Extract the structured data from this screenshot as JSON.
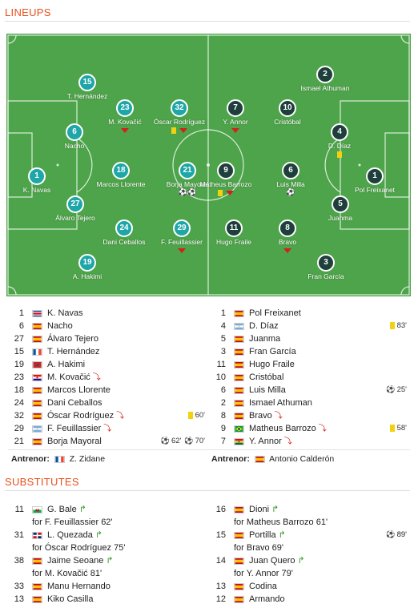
{
  "lineups_title": "LINEUPS",
  "substitutes_title": "SUBSTITUTES",
  "coach_label": "Antrenor:",
  "pitch_players": [
    {
      "num": "15",
      "name": "T. Hernández",
      "team": "home",
      "marks": []
    },
    {
      "num": "23",
      "name": "M. Kovačić",
      "team": "home",
      "marks": [
        "out"
      ]
    },
    {
      "num": "32",
      "name": "Óscar Rodríguez",
      "team": "home",
      "marks": [
        "card",
        "out"
      ]
    },
    {
      "num": "6",
      "name": "Nacho",
      "team": "home",
      "marks": []
    },
    {
      "num": "1",
      "name": "K. Navas",
      "team": "home",
      "marks": []
    },
    {
      "num": "18",
      "name": "Marcos Llorente",
      "team": "home",
      "marks": []
    },
    {
      "num": "21",
      "name": "Borja Mayoral",
      "team": "home",
      "marks": [
        "ball",
        "ball"
      ]
    },
    {
      "num": "27",
      "name": "Álvaro Tejero",
      "team": "home",
      "marks": []
    },
    {
      "num": "24",
      "name": "Dani Ceballos",
      "team": "home",
      "marks": []
    },
    {
      "num": "29",
      "name": "F. Feuillassier",
      "team": "home",
      "marks": [
        "out"
      ]
    },
    {
      "num": "19",
      "name": "A. Hakimi",
      "team": "home",
      "marks": []
    },
    {
      "num": "2",
      "name": "Ismael Athuman",
      "team": "away",
      "marks": []
    },
    {
      "num": "7",
      "name": "Y. Annor",
      "team": "away",
      "marks": [
        "out"
      ]
    },
    {
      "num": "10",
      "name": "Cristóbal",
      "team": "away",
      "marks": []
    },
    {
      "num": "4",
      "name": "D. Díaz",
      "team": "away",
      "marks": [
        "card"
      ]
    },
    {
      "num": "1",
      "name": "Pol Freixanet",
      "team": "away",
      "marks": []
    },
    {
      "num": "9",
      "name": "Matheus Barrozo",
      "team": "away",
      "marks": [
        "card",
        "out"
      ]
    },
    {
      "num": "6",
      "name": "Luis Milla",
      "team": "away",
      "marks": [
        "ball"
      ]
    },
    {
      "num": "5",
      "name": "Juanma",
      "team": "away",
      "marks": []
    },
    {
      "num": "11",
      "name": "Hugo Fraile",
      "team": "away",
      "marks": []
    },
    {
      "num": "8",
      "name": "Bravo",
      "team": "away",
      "marks": [
        "out"
      ]
    },
    {
      "num": "3",
      "name": "Fran García",
      "team": "away",
      "marks": []
    }
  ],
  "home_lineup": [
    {
      "num": "1",
      "flag": "cr",
      "name": "K. Navas",
      "icon": "",
      "events": []
    },
    {
      "num": "6",
      "flag": "es",
      "name": "Nacho",
      "icon": "",
      "events": []
    },
    {
      "num": "27",
      "flag": "es",
      "name": "Álvaro Tejero",
      "icon": "",
      "events": []
    },
    {
      "num": "15",
      "flag": "fr",
      "name": "T. Hernández",
      "icon": "",
      "events": []
    },
    {
      "num": "19",
      "flag": "ma",
      "name": "A. Hakimi",
      "icon": "",
      "events": []
    },
    {
      "num": "23",
      "flag": "hr",
      "name": "M. Kovačić",
      "icon": "out",
      "events": []
    },
    {
      "num": "18",
      "flag": "es",
      "name": "Marcos Llorente",
      "icon": "",
      "events": []
    },
    {
      "num": "24",
      "flag": "es",
      "name": "Dani Ceballos",
      "icon": "",
      "events": []
    },
    {
      "num": "32",
      "flag": "es",
      "name": "Óscar Rodríguez",
      "icon": "out",
      "events": [
        {
          "type": "card",
          "time": "60'"
        }
      ]
    },
    {
      "num": "29",
      "flag": "ar",
      "name": "F. Feuillassier",
      "icon": "out",
      "events": []
    },
    {
      "num": "21",
      "flag": "es",
      "name": "Borja Mayoral",
      "icon": "",
      "events": [
        {
          "type": "goal",
          "time": "62'"
        },
        {
          "type": "goal",
          "time": "70'"
        }
      ]
    }
  ],
  "away_lineup": [
    {
      "num": "1",
      "flag": "es",
      "name": "Pol Freixanet",
      "icon": "",
      "events": []
    },
    {
      "num": "4",
      "flag": "ar",
      "name": "D. Díaz",
      "icon": "",
      "events": [
        {
          "type": "card",
          "time": "83'"
        }
      ]
    },
    {
      "num": "5",
      "flag": "es",
      "name": "Juanma",
      "icon": "",
      "events": []
    },
    {
      "num": "3",
      "flag": "es",
      "name": "Fran García",
      "icon": "",
      "events": []
    },
    {
      "num": "11",
      "flag": "es",
      "name": "Hugo Fraile",
      "icon": "",
      "events": []
    },
    {
      "num": "10",
      "flag": "es",
      "name": "Cristóbal",
      "icon": "",
      "events": []
    },
    {
      "num": "6",
      "flag": "es",
      "name": "Luis Milla",
      "icon": "",
      "events": [
        {
          "type": "goal",
          "time": "25'"
        }
      ]
    },
    {
      "num": "2",
      "flag": "es",
      "name": "Ismael Athuman",
      "icon": "",
      "events": []
    },
    {
      "num": "8",
      "flag": "es",
      "name": "Bravo",
      "icon": "out",
      "events": []
    },
    {
      "num": "9",
      "flag": "br",
      "name": "Matheus Barrozo",
      "icon": "out",
      "events": [
        {
          "type": "card",
          "time": "58'"
        }
      ]
    },
    {
      "num": "7",
      "flag": "gh",
      "name": "Y. Annor",
      "icon": "out",
      "events": []
    }
  ],
  "home_coach": {
    "flag": "fr",
    "name": "Z. Zidane"
  },
  "away_coach": {
    "flag": "es",
    "name": "Antonio Calderón"
  },
  "home_subs": [
    {
      "num": "11",
      "flag": "wa",
      "name": "G. Bale",
      "in": true,
      "for": "for F. Feuillassier 62'",
      "events": []
    },
    {
      "num": "31",
      "flag": "do",
      "name": "L. Quezada",
      "in": true,
      "for": "for Óscar Rodríguez 75'",
      "events": []
    },
    {
      "num": "38",
      "flag": "es",
      "name": "Jaime Seoane",
      "in": true,
      "for": "for M. Kovačić 81'",
      "events": []
    },
    {
      "num": "33",
      "flag": "es",
      "name": "Manu Hernando",
      "in": false,
      "for": "",
      "events": []
    },
    {
      "num": "13",
      "flag": "es",
      "name": "Kiko Casilla",
      "in": false,
      "for": "",
      "events": []
    }
  ],
  "away_subs": [
    {
      "num": "16",
      "flag": "es",
      "name": "Dioni",
      "in": true,
      "for": "for Matheus Barrozo 61'",
      "events": []
    },
    {
      "num": "15",
      "flag": "es",
      "name": "Portilla",
      "in": true,
      "for": "for Bravo 69'",
      "events": [
        {
          "type": "goal",
          "time": "89'"
        }
      ]
    },
    {
      "num": "14",
      "flag": "es",
      "name": "Juan Quero",
      "in": true,
      "for": "for Y. Annor 79'",
      "events": []
    },
    {
      "num": "13",
      "flag": "es",
      "name": "Codina",
      "in": false,
      "for": "",
      "events": []
    },
    {
      "num": "12",
      "flag": "es",
      "name": "Armando",
      "in": false,
      "for": "",
      "events": []
    }
  ],
  "colors": {
    "accent": "#e8501e",
    "pitch": "#4ea44a",
    "home": "#1fa6a8",
    "away": "#1f3f3c",
    "card": "#f4d10f",
    "sub_out": "#d3201a",
    "sub_in": "#3a9a2d"
  }
}
